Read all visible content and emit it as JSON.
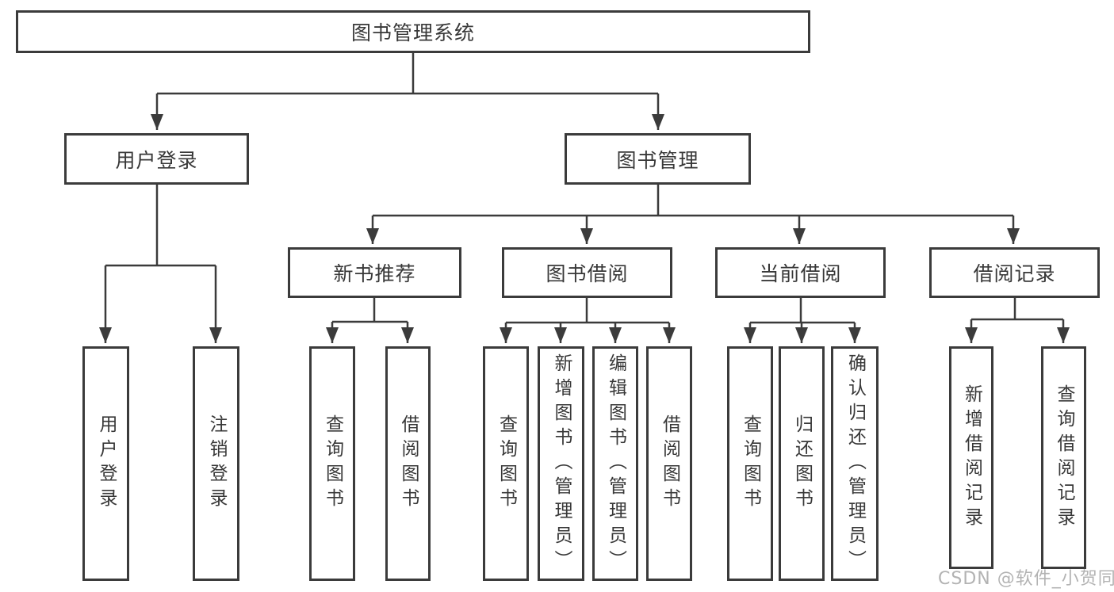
{
  "colors": {
    "line": "#3b3b3b",
    "text": "#383838",
    "background": "#ffffff",
    "watermark": "#b3b3b3"
  },
  "watermark": {
    "text": "CSDN @软件_小贺同学"
  },
  "tree": {
    "root": {
      "label": "图书管理系统"
    },
    "branches": [
      {
        "label": "用户登录",
        "children": [
          {
            "label": "用户登录"
          },
          {
            "label": "注销登录"
          }
        ]
      },
      {
        "label": "图书管理",
        "children": [
          {
            "label": "新书推荐",
            "children": [
              {
                "label": "查询图书"
              },
              {
                "label": "借阅图书"
              }
            ]
          },
          {
            "label": "图书借阅",
            "children": [
              {
                "label": "查询图书"
              },
              {
                "label": "新增图书（管理员）"
              },
              {
                "label": "编辑图书（管理员）"
              },
              {
                "label": "借阅图书"
              }
            ]
          },
          {
            "label": "当前借阅",
            "children": [
              {
                "label": "查询图书"
              },
              {
                "label": "归还图书"
              },
              {
                "label": "确认归还（管理员）"
              }
            ]
          },
          {
            "label": "借阅记录",
            "children": [
              {
                "label": "新增借阅记录"
              },
              {
                "label": "查询借阅记录"
              }
            ]
          }
        ]
      }
    ]
  }
}
